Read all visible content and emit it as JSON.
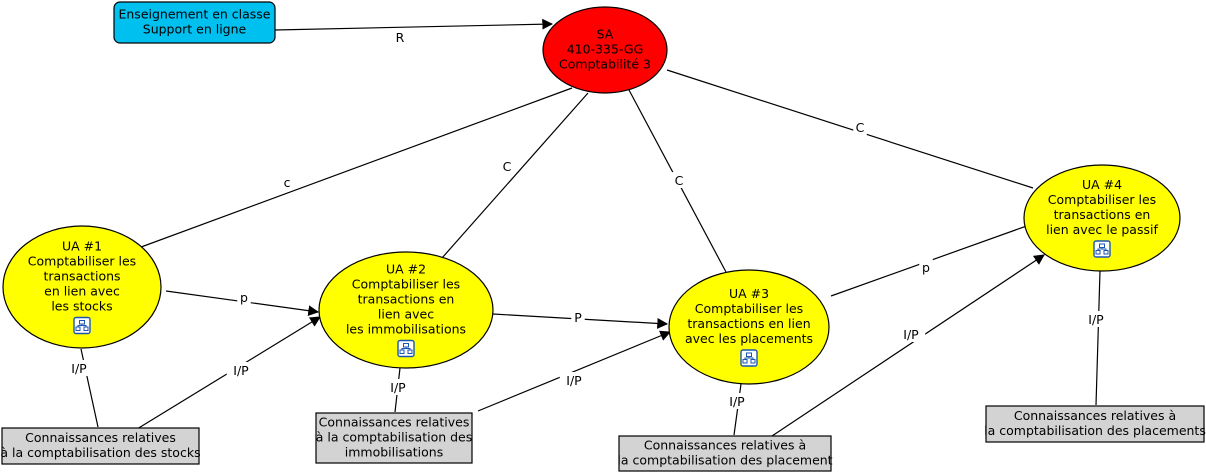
{
  "nodes": {
    "delivery": {
      "lines": [
        "Enseignement en classe",
        "Support en ligne"
      ],
      "color": "#00c0f0"
    },
    "sa": {
      "lines": [
        "SA",
        "410-335-GG",
        "Comptabilité 3"
      ],
      "color": "#ff0000"
    },
    "ua1": {
      "lines": [
        "UA #1",
        "Comptabiliser les",
        "transactions",
        "en lien avec",
        "les stocks"
      ],
      "color": "#ffff00",
      "icon": "concept-map-icon"
    },
    "ua2": {
      "lines": [
        "UA #2",
        "Comptabiliser les",
        "transactions en",
        "lien avec",
        "les immobilisations"
      ],
      "color": "#ffff00",
      "icon": "concept-map-icon"
    },
    "ua3": {
      "lines": [
        "UA #3",
        "Comptabiliser les",
        "transactions en lien",
        "avec les placements"
      ],
      "color": "#ffff00",
      "icon": "concept-map-icon"
    },
    "ua4": {
      "lines": [
        "UA #4",
        "Comptabiliser les",
        "transactions en",
        "lien avec le passif"
      ],
      "color": "#ffff00",
      "icon": "concept-map-icon"
    },
    "k1": {
      "lines": [
        "Connaissances relatives",
        "à la comptabilisation des stocks"
      ],
      "color": "#d3d3d3"
    },
    "k2": {
      "lines": [
        "Connaissances relatives",
        "à la comptabilisation des",
        "immobilisations"
      ],
      "color": "#d3d3d3"
    },
    "k3": {
      "lines": [
        "Connaissances relatives à",
        "la comptabilisation des placement"
      ],
      "color": "#d3d3d3"
    },
    "k4": {
      "lines": [
        "Connaissances relatives à",
        "la comptabilisation des placements"
      ],
      "color": "#d3d3d3"
    }
  },
  "edges": [
    {
      "from": "delivery",
      "to": "sa",
      "label": "R",
      "arrow": true
    },
    {
      "from": "ua1",
      "to": "sa",
      "label": "c",
      "arrow": false
    },
    {
      "from": "ua2",
      "to": "sa",
      "label": "C",
      "arrow": false
    },
    {
      "from": "ua3",
      "to": "sa",
      "label": "C",
      "arrow": false
    },
    {
      "from": "ua4",
      "to": "sa",
      "label": "C",
      "arrow": false
    },
    {
      "from": "ua1",
      "to": "ua2",
      "label": "p",
      "arrow": true
    },
    {
      "from": "ua2",
      "to": "ua3",
      "label": "P",
      "arrow": true
    },
    {
      "from": "ua3",
      "to": "ua4",
      "label": "p",
      "arrow": true
    },
    {
      "from": "k1",
      "to": "ua1",
      "label": "I/P",
      "arrow": false
    },
    {
      "from": "k1",
      "to": "ua2",
      "label": "I/P",
      "arrow": true
    },
    {
      "from": "k2",
      "to": "ua2",
      "label": "I/P",
      "arrow": false
    },
    {
      "from": "k2",
      "to": "ua3",
      "label": "I/P",
      "arrow": true
    },
    {
      "from": "k3",
      "to": "ua3",
      "label": "I/P",
      "arrow": false
    },
    {
      "from": "k3",
      "to": "ua4",
      "label": "I/P",
      "arrow": true
    },
    {
      "from": "k4",
      "to": "ua4",
      "label": "I/P",
      "arrow": false
    }
  ]
}
